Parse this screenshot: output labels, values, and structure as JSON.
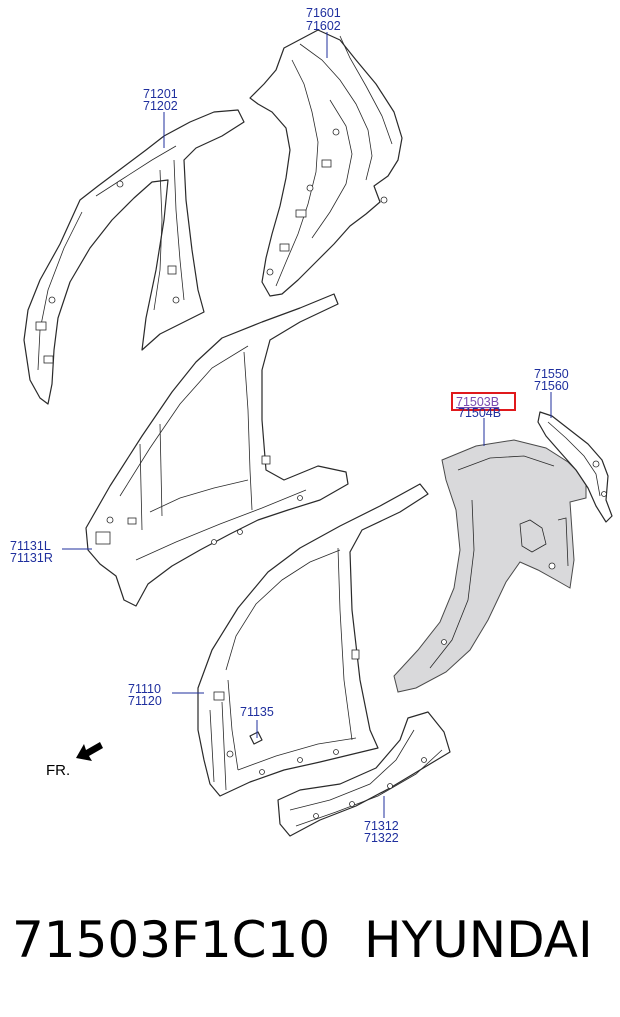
{
  "callouts": [
    {
      "lines": [
        "71601",
        "71602"
      ]
    },
    {
      "lines": [
        "71201",
        "71202"
      ]
    },
    {
      "lines": [
        "71550",
        "71560"
      ]
    },
    {
      "lines": [
        "71503B",
        "71504B"
      ],
      "highlight_color": "#e0191c"
    },
    {
      "lines": [
        "71131L",
        "71131R"
      ]
    },
    {
      "lines": [
        "71110",
        "71120"
      ]
    },
    {
      "lines": [
        "71135"
      ]
    },
    {
      "lines": [
        "71312",
        "71322"
      ]
    }
  ],
  "direction_marker": {
    "label": "FR."
  },
  "caption": {
    "part_number": "71503F1C10",
    "brand": "HYUNDAI"
  },
  "colors": {
    "label": "#1f2f9e",
    "highlight_box": "#e0191c",
    "outline": "#2a2a2a",
    "shaded_part": "#d9d9db"
  }
}
